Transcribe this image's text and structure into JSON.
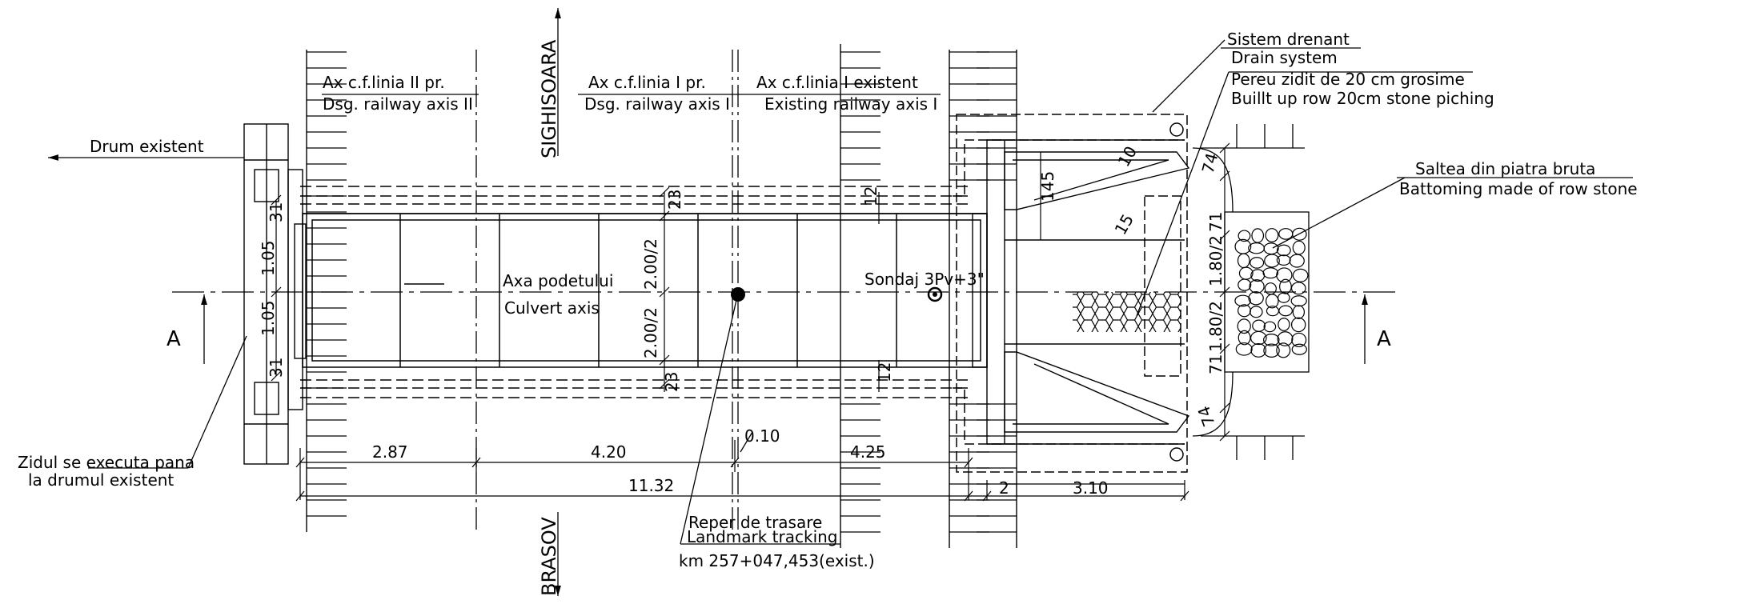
{
  "labels": {
    "sistem_drenant": "Sistem drenant",
    "drain_system": "Drain system",
    "pereu_zidit": "Pereu zidit de 20 cm grosime",
    "built_up_row": "Buillt up row  20cm stone piching",
    "saltea": "Saltea din piatra bruta",
    "battoming": "Battoming made of row stone",
    "ax_linia_ii": "Ax c.f.linia II pr.",
    "dsg_axis_ii": "Dsg. railway axis II",
    "ax_linia_i": "Ax c.f.linia I pr.",
    "dsg_axis_i": "Dsg. railway axis I",
    "ax_linia_i_exist": "Ax c.f.linia I existent",
    "existing_axis_i": "Existing railway axis I",
    "sighisoara": "SIGHISOARA",
    "brasov": "BRASOV",
    "drum_existent": "Drum existent",
    "axa_podetului": "Axa podetului",
    "culvert_axis": "Culvert axis",
    "sondaj": "Sondaj 3Pv+3\"",
    "section_a_left": "A",
    "section_a_right": "A",
    "zidul_1": "Zidul se executa pana",
    "zidul_2": "la drumul existent",
    "reper": "Reper de trasare",
    "landmark": "Landmark tracking",
    "km": "km  257+047,453(exist.)"
  },
  "dimensions": {
    "d_2_87": "2.87",
    "d_4_20": "4.20",
    "d_4_25": "4.25",
    "d_11_32": "11.32",
    "d_0_10": "0.10",
    "d_2": "2",
    "d_3_10": "3.10",
    "d_1_05_top": "1.05",
    "d_1_05_bot": "1.05",
    "d_2_00_top": "2.00/2",
    "d_2_00_bot": "2.00/2",
    "d_1_80_top": "1.80/2",
    "d_1_80_bot": "1.80/2",
    "d_23_top": "23",
    "d_23_bot": "23",
    "d_12_top": "12",
    "d_12_bot": "12",
    "d_31_top": "31",
    "d_31_bot": "31",
    "d_145": "145",
    "d_10": "10",
    "d_15": "15",
    "d_74_top": "74",
    "d_74_bot": "74",
    "d_71_top": "71",
    "d_71_bot": "71"
  }
}
